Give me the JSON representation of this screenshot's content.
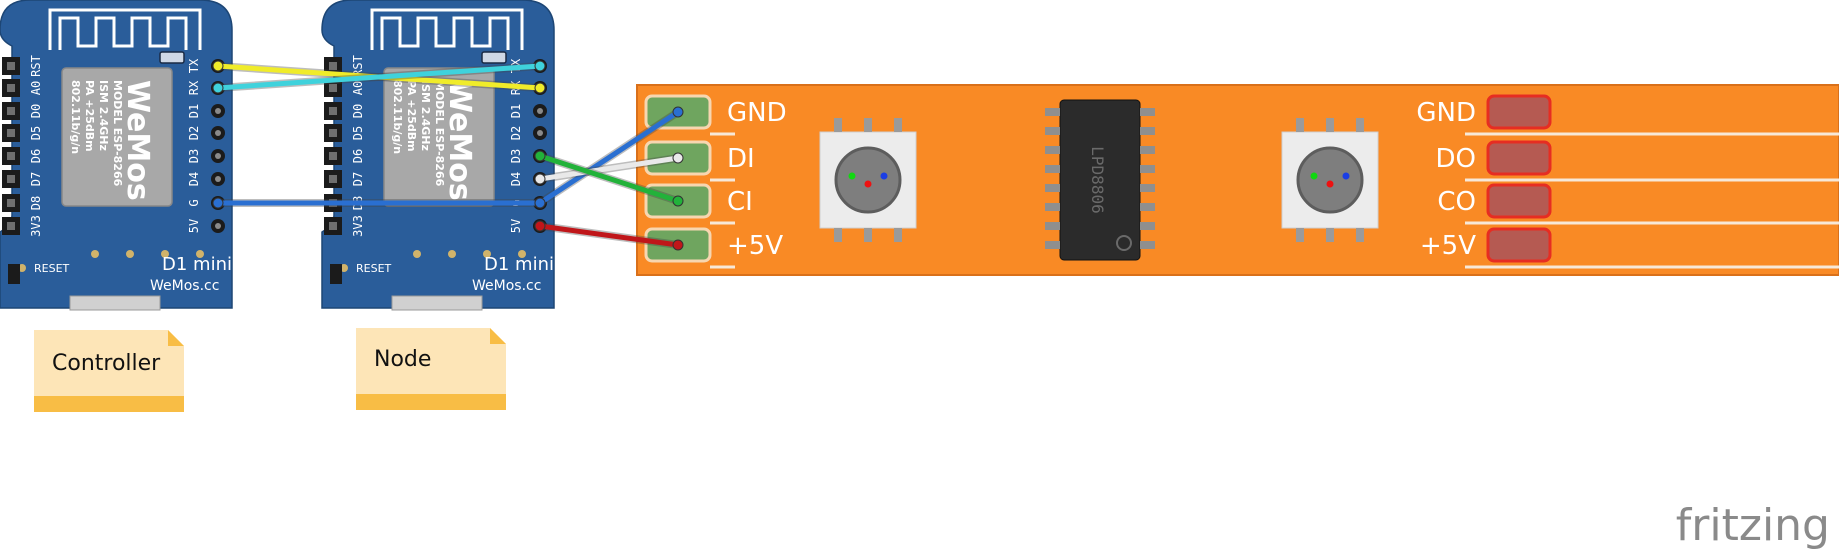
{
  "boards": [
    {
      "id": "controller",
      "chip": {
        "model_line": "MODEL ESP-8266",
        "band": "ISM 2.4GHz",
        "power": "PA +25dBm",
        "std": "802.11b/g/n",
        "brand": "WeMos"
      },
      "left_pins": [
        "RST",
        "A0",
        "D0",
        "D5",
        "D6",
        "D7",
        "D8",
        "3V3"
      ],
      "right_pins": [
        "TX",
        "RX",
        "D1",
        "D2",
        "D3",
        "D4",
        "G",
        "5V"
      ],
      "reset": "RESET",
      "name": "D1 mini",
      "site": "WeMos.cc",
      "note": "Controller"
    },
    {
      "id": "node",
      "chip": {
        "model_line": "MODEL ESP-8266",
        "band": "ISM 2.4GHz",
        "power": "PA +25dBm",
        "std": "802.11b/g/n",
        "brand": "WeMos"
      },
      "left_pins": [
        "RST",
        "A0",
        "D0",
        "D5",
        "D6",
        "D7",
        "D8",
        "3V3"
      ],
      "right_pins": [
        "TX",
        "RX",
        "D1",
        "D2",
        "D3",
        "D4",
        "G",
        "5V"
      ],
      "reset": "RESET",
      "name": "D1 mini",
      "site": "WeMos.cc",
      "note": "Node"
    }
  ],
  "strip": {
    "input_pins": [
      "GND",
      "DI",
      "CI",
      "+5V"
    ],
    "output_pins": [
      "GND",
      "DO",
      "CO",
      "+5V"
    ],
    "ic_label": "LPD8806",
    "color": "#f98a25",
    "pad_in_color": "#6fa55f",
    "pad_out_color": "#b55a52"
  },
  "wires": [
    {
      "name": "wire-tx-rx",
      "color": "#f0ec2a",
      "from": "controller.TX",
      "to": "node.RX"
    },
    {
      "name": "wire-rx-tx",
      "color": "#3fd2dc",
      "from": "controller.RX",
      "to": "node.TX"
    },
    {
      "name": "wire-gnd-main",
      "color": "#2a6fd1",
      "from": "controller.G",
      "to": "node.G"
    },
    {
      "name": "wire-gnd-strip",
      "color": "#2a6fd1",
      "from": "node.G",
      "to": "strip.GND"
    },
    {
      "name": "wire-di",
      "color": "#e9e9e9",
      "from": "node.D4",
      "to": "strip.DI"
    },
    {
      "name": "wire-ci",
      "color": "#22b23a",
      "from": "node.D3",
      "to": "strip.CI"
    },
    {
      "name": "wire-5v",
      "color": "#c0161a",
      "from": "node.5V",
      "to": "strip.+5V"
    }
  ],
  "watermark": "fritzing"
}
